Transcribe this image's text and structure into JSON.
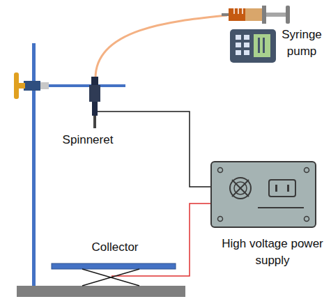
{
  "diagram": {
    "labels": [
      "Syringe pump",
      "Spinneret",
      "Collector",
      "High voltage power supply"
    ]
  }
}
